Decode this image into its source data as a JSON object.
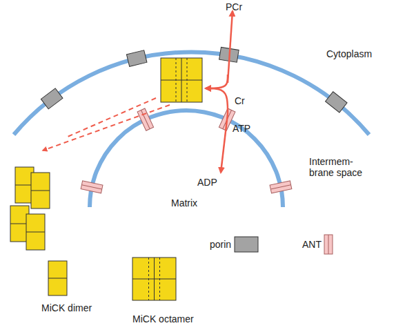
{
  "diagram": {
    "labels": [
      "PCr",
      "Cytoplasm",
      "Cr",
      "ATP",
      "Intermem- brane space",
      "ADP",
      "Matrix"
    ],
    "legend": [
      {
        "text": "porin",
        "color": "#a3a3a3"
      },
      {
        "text": "ANT",
        "color": "#f7c6c6"
      },
      {
        "text": "MiCK dimer"
      },
      {
        "text": "MiCK octamer"
      }
    ]
  }
}
